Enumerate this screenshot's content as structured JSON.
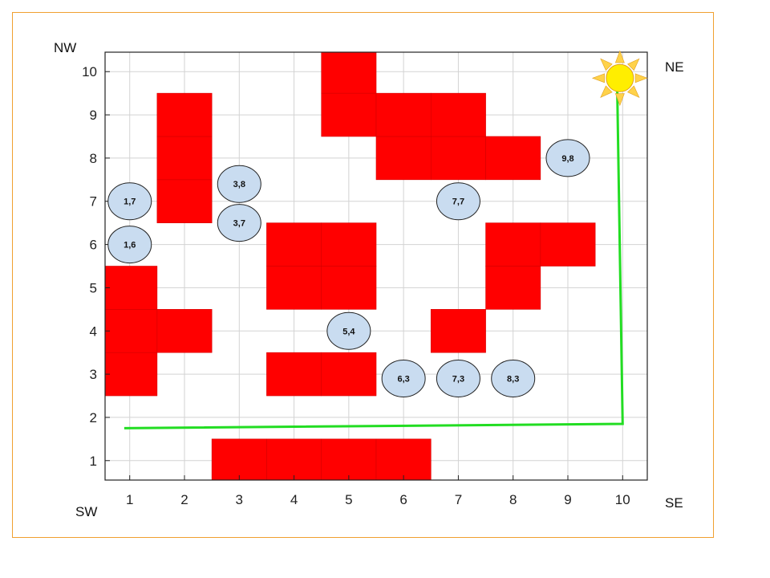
{
  "corners": {
    "nw": "NW",
    "ne": "NE",
    "sw": "SW",
    "se": "SE"
  },
  "colors": {
    "obstacle": "#ff0000",
    "obstacle_edge": "#d40000",
    "path": "#22dd22",
    "node_fill": "#c9dcf0",
    "node_edge": "#222222",
    "sun": "#ffee00",
    "sun_rays": "#ffd24a",
    "grid": "#d3d3d3",
    "frame": "#f0a030"
  },
  "icons": {
    "sun": "sun-icon"
  },
  "chart_data": {
    "type": "grid-map",
    "xlim": [
      0.55,
      10.45
    ],
    "ylim": [
      0.55,
      10.45
    ],
    "x_ticks": [
      1,
      2,
      3,
      4,
      5,
      6,
      7,
      8,
      9,
      10
    ],
    "y_ticks": [
      1,
      2,
      3,
      4,
      5,
      6,
      7,
      8,
      9,
      10
    ],
    "grid": true,
    "obstacles": [
      [
        1,
        3
      ],
      [
        1,
        4
      ],
      [
        1,
        5
      ],
      [
        2,
        4
      ],
      [
        2,
        7
      ],
      [
        2,
        8
      ],
      [
        2,
        9
      ],
      [
        3,
        1
      ],
      [
        4,
        1
      ],
      [
        5,
        1
      ],
      [
        6,
        1
      ],
      [
        4,
        3
      ],
      [
        5,
        3
      ],
      [
        4,
        5
      ],
      [
        4,
        6
      ],
      [
        5,
        5
      ],
      [
        5,
        6
      ],
      [
        5,
        9
      ],
      [
        5,
        10
      ],
      [
        6,
        8
      ],
      [
        6,
        9
      ],
      [
        7,
        8
      ],
      [
        7,
        9
      ],
      [
        8,
        8
      ],
      [
        7,
        4
      ],
      [
        8,
        5
      ],
      [
        8,
        6
      ],
      [
        9,
        6
      ]
    ],
    "nodes": [
      {
        "x": 1,
        "y": 7,
        "label": "1,7"
      },
      {
        "x": 1,
        "y": 6,
        "label": "1,6"
      },
      {
        "x": 3,
        "y": 7.4,
        "label": "3,8"
      },
      {
        "x": 3,
        "y": 6.5,
        "label": "3,7"
      },
      {
        "x": 5,
        "y": 4,
        "label": "5,4"
      },
      {
        "x": 6,
        "y": 2.9,
        "label": "6,3"
      },
      {
        "x": 7,
        "y": 2.9,
        "label": "7,3"
      },
      {
        "x": 8,
        "y": 2.9,
        "label": "8,3"
      },
      {
        "x": 7,
        "y": 7,
        "label": "7,7"
      },
      {
        "x": 9,
        "y": 8,
        "label": "9,8"
      }
    ],
    "path": [
      [
        0.9,
        1.75
      ],
      [
        10,
        1.85
      ],
      [
        9.9,
        9.7
      ]
    ],
    "sun": {
      "x": 9.95,
      "y": 9.85
    }
  }
}
